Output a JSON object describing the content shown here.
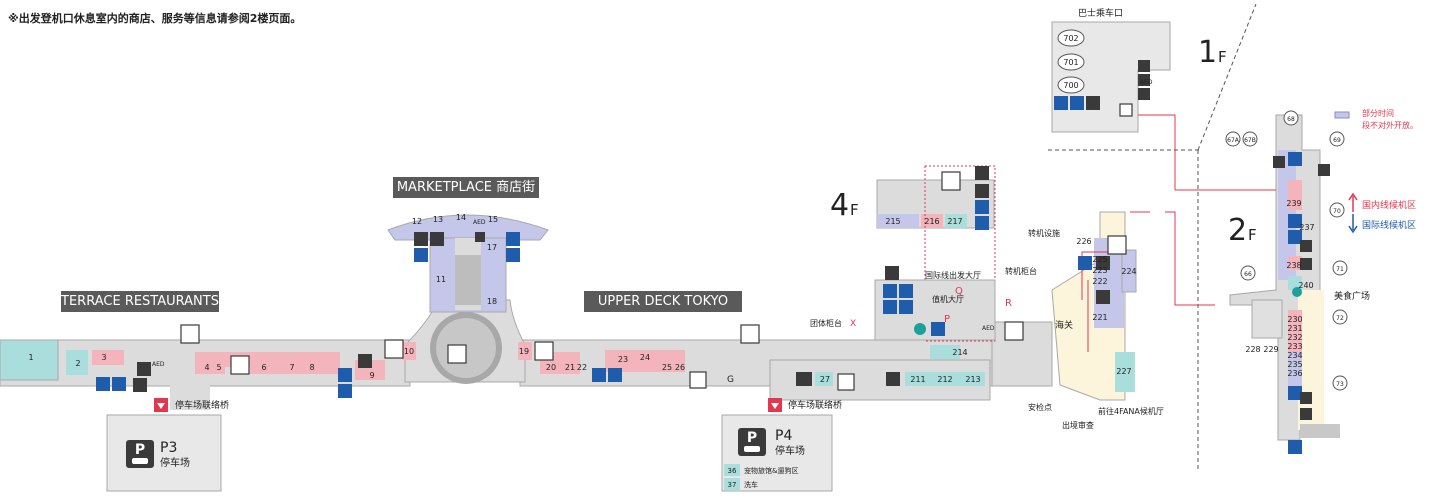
{
  "note": "※出发登机口休息室内的商店、服务等信息请参阅2楼页面。",
  "areas": {
    "marketplace": "MARKETPLACE 商店街",
    "terrace": "TERRACE RESTAURANTS",
    "upper_deck": "UPPER DECK TOKYO"
  },
  "floors": {
    "f1": "1",
    "f2": "2",
    "f4": "4",
    "unit": "F"
  },
  "parking": {
    "p3_code": "P3",
    "p3_label": "停车场",
    "p4_code": "P4",
    "p4_label": "停车场",
    "p3_bridge": "停车场联络桥",
    "p4_bridge": "停车场联络桥",
    "p4_services": [
      {
        "num": "36",
        "label": "宠物旅馆&遛狗区"
      },
      {
        "num": "37",
        "label": "洗车"
      }
    ]
  },
  "labels": {
    "bus_stop": "巴士乘车口",
    "part_time": "部分时间",
    "part_time2": "段不对外开放。",
    "domestic_zone": "国内线候机区",
    "intl_zone": "国际线候机区",
    "food_court": "美食广场",
    "intl_departure": "国际线出发大厅",
    "checkin_hall": "值机大厅",
    "group_counter": "团体柜台",
    "transfer_facility": "转机设施",
    "transfer_counter": "转机柜台",
    "customs": "海关",
    "security": "安检点",
    "immigration": "出境审查",
    "fana_lounge": "前往4FANA候机厅",
    "row_q": "Q",
    "row_p": "P",
    "row_r": "R",
    "row_x": "X",
    "gate_g": "G",
    "aed": "AED"
  },
  "shops": {
    "s1": "1",
    "s2": "2",
    "s3": "3",
    "s4": "4",
    "s5": "5",
    "s6": "6",
    "s7": "7",
    "s8": "8",
    "s9": "9",
    "s10": "10",
    "s11": "11",
    "s12": "12",
    "s13": "13",
    "s14": "14",
    "s15": "15",
    "s17": "17",
    "s18": "18",
    "s19": "19",
    "s20": "20",
    "s21": "21",
    "s22": "22",
    "s23": "23",
    "s24": "24",
    "s25": "25",
    "s26": "26",
    "s27": "27",
    "s211": "211",
    "s212": "212",
    "s213": "213",
    "s214": "214",
    "s215": "215",
    "s216": "216",
    "s217": "217",
    "s221": "221",
    "s222": "222",
    "s223": "223",
    "s224": "224",
    "s225": "225",
    "s226": "226",
    "s227": "227",
    "s228": "228",
    "s229": "229",
    "s230": "230",
    "s231": "231",
    "s232": "232",
    "s233": "233",
    "s234": "234",
    "s235": "235",
    "s236": "236",
    "s237": "237",
    "s238": "238",
    "s239": "239",
    "s240": "240"
  },
  "gates": {
    "g700": "700",
    "g701": "701",
    "g702": "702",
    "g66": "66",
    "g67a": "67A",
    "g67b": "67B",
    "g68": "68",
    "g69": "69",
    "g70": "70",
    "g71": "71",
    "g72": "72",
    "g73": "73"
  },
  "colors": {
    "corridor": "#dcdcdc",
    "wall": "#a8a8a8",
    "dark": "#3a3a3a",
    "pink": "#f3b4bb",
    "teal": "#a9dedd",
    "lavender": "#c4c6ea",
    "cream": "#fdf4dc",
    "blue": "#1f5cab",
    "red": "#e2374f"
  }
}
